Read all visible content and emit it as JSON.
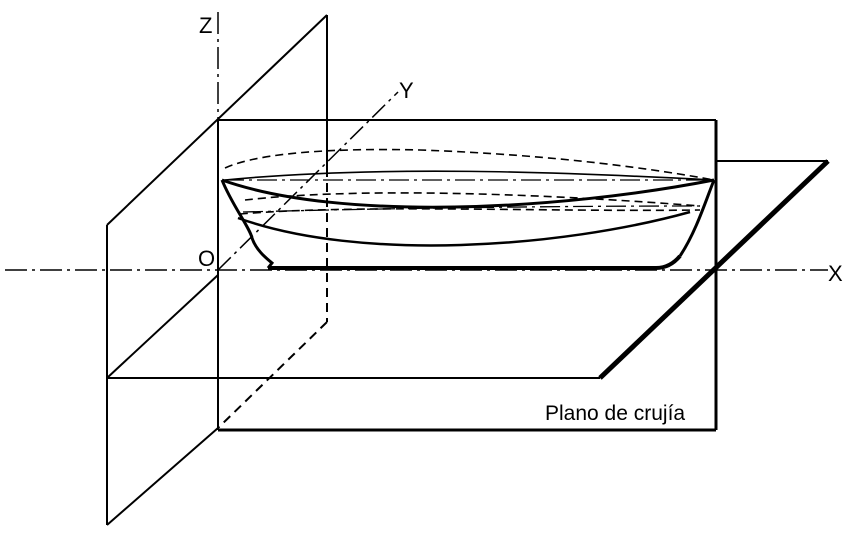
{
  "diagram": {
    "axes": {
      "x_label": "X",
      "y_label": "Y",
      "z_label": "Z",
      "origin_label": "O"
    },
    "plane_label": "Plano de crujía",
    "colors": {
      "ink": "#000000",
      "background": "#ffffff"
    }
  }
}
